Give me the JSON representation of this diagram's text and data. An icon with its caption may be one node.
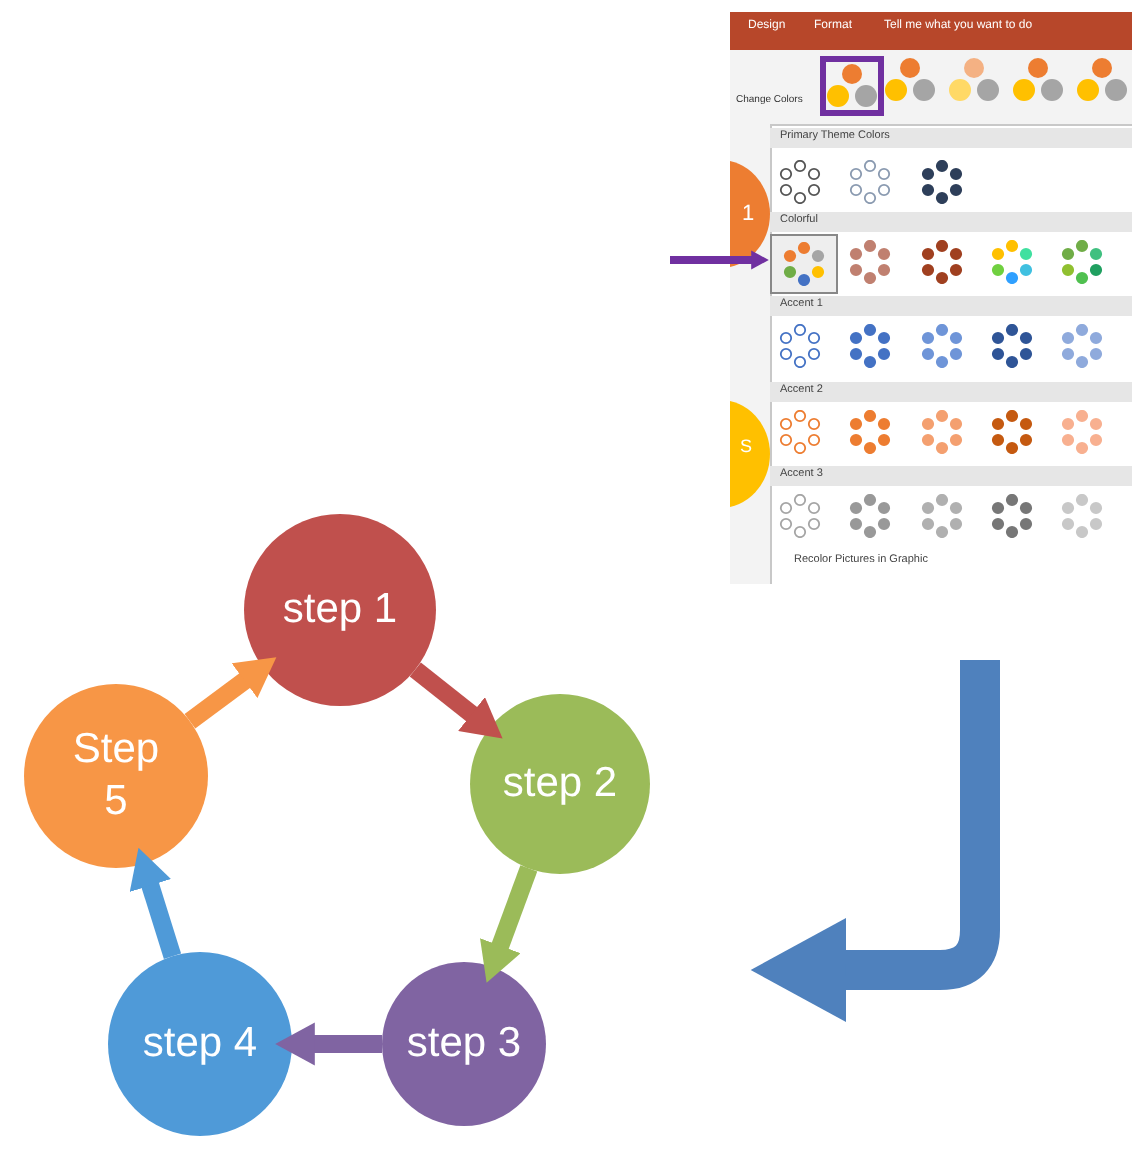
{
  "diagram": {
    "nodes": [
      {
        "text": [
          "step 1"
        ]
      },
      {
        "text": [
          "step 2"
        ]
      },
      {
        "text": [
          "step 3"
        ]
      },
      {
        "text": [
          "step 4"
        ]
      },
      {
        "text": [
          "Step 5"
        ]
      },
      {
        "text": [],
        "shape": "picture"
      },
      {
        "text": [],
        "shape": "box",
        "in": 5
      }
    ],
    "edges": [
      {
        "from": 0,
        "to": 1,
        "arrow": "to",
        "color": "#c0504d"
      },
      {
        "from": 1,
        "to": 2,
        "arrow": "to",
        "color": "#9bbb59"
      },
      {
        "from": 2,
        "to": 3,
        "arrow": "to",
        "color": "#8064a2"
      },
      {
        "from": 3,
        "to": 4,
        "arrow": "to",
        "color": "#4f9ad8"
      },
      {
        "from": 4,
        "to": 0,
        "arrow": "to",
        "color": "#f79646"
      },
      {
        "from": 5,
        "to": null,
        "arrow": "to",
        "style": "thick",
        "color": "#4f81bd"
      },
      {
        "from": null,
        "to": 6,
        "arrow": "to",
        "color": "#7030a0"
      }
    ],
    "labels": [
      "Design",
      "Format",
      "Tell me what you want to do",
      "Change Colors",
      "1",
      "Primary Theme Colors",
      "Colorful",
      "Accent 1",
      "S",
      "Accent 2",
      "Accent 3",
      "Recolor Pictures in Graphic"
    ]
  }
}
